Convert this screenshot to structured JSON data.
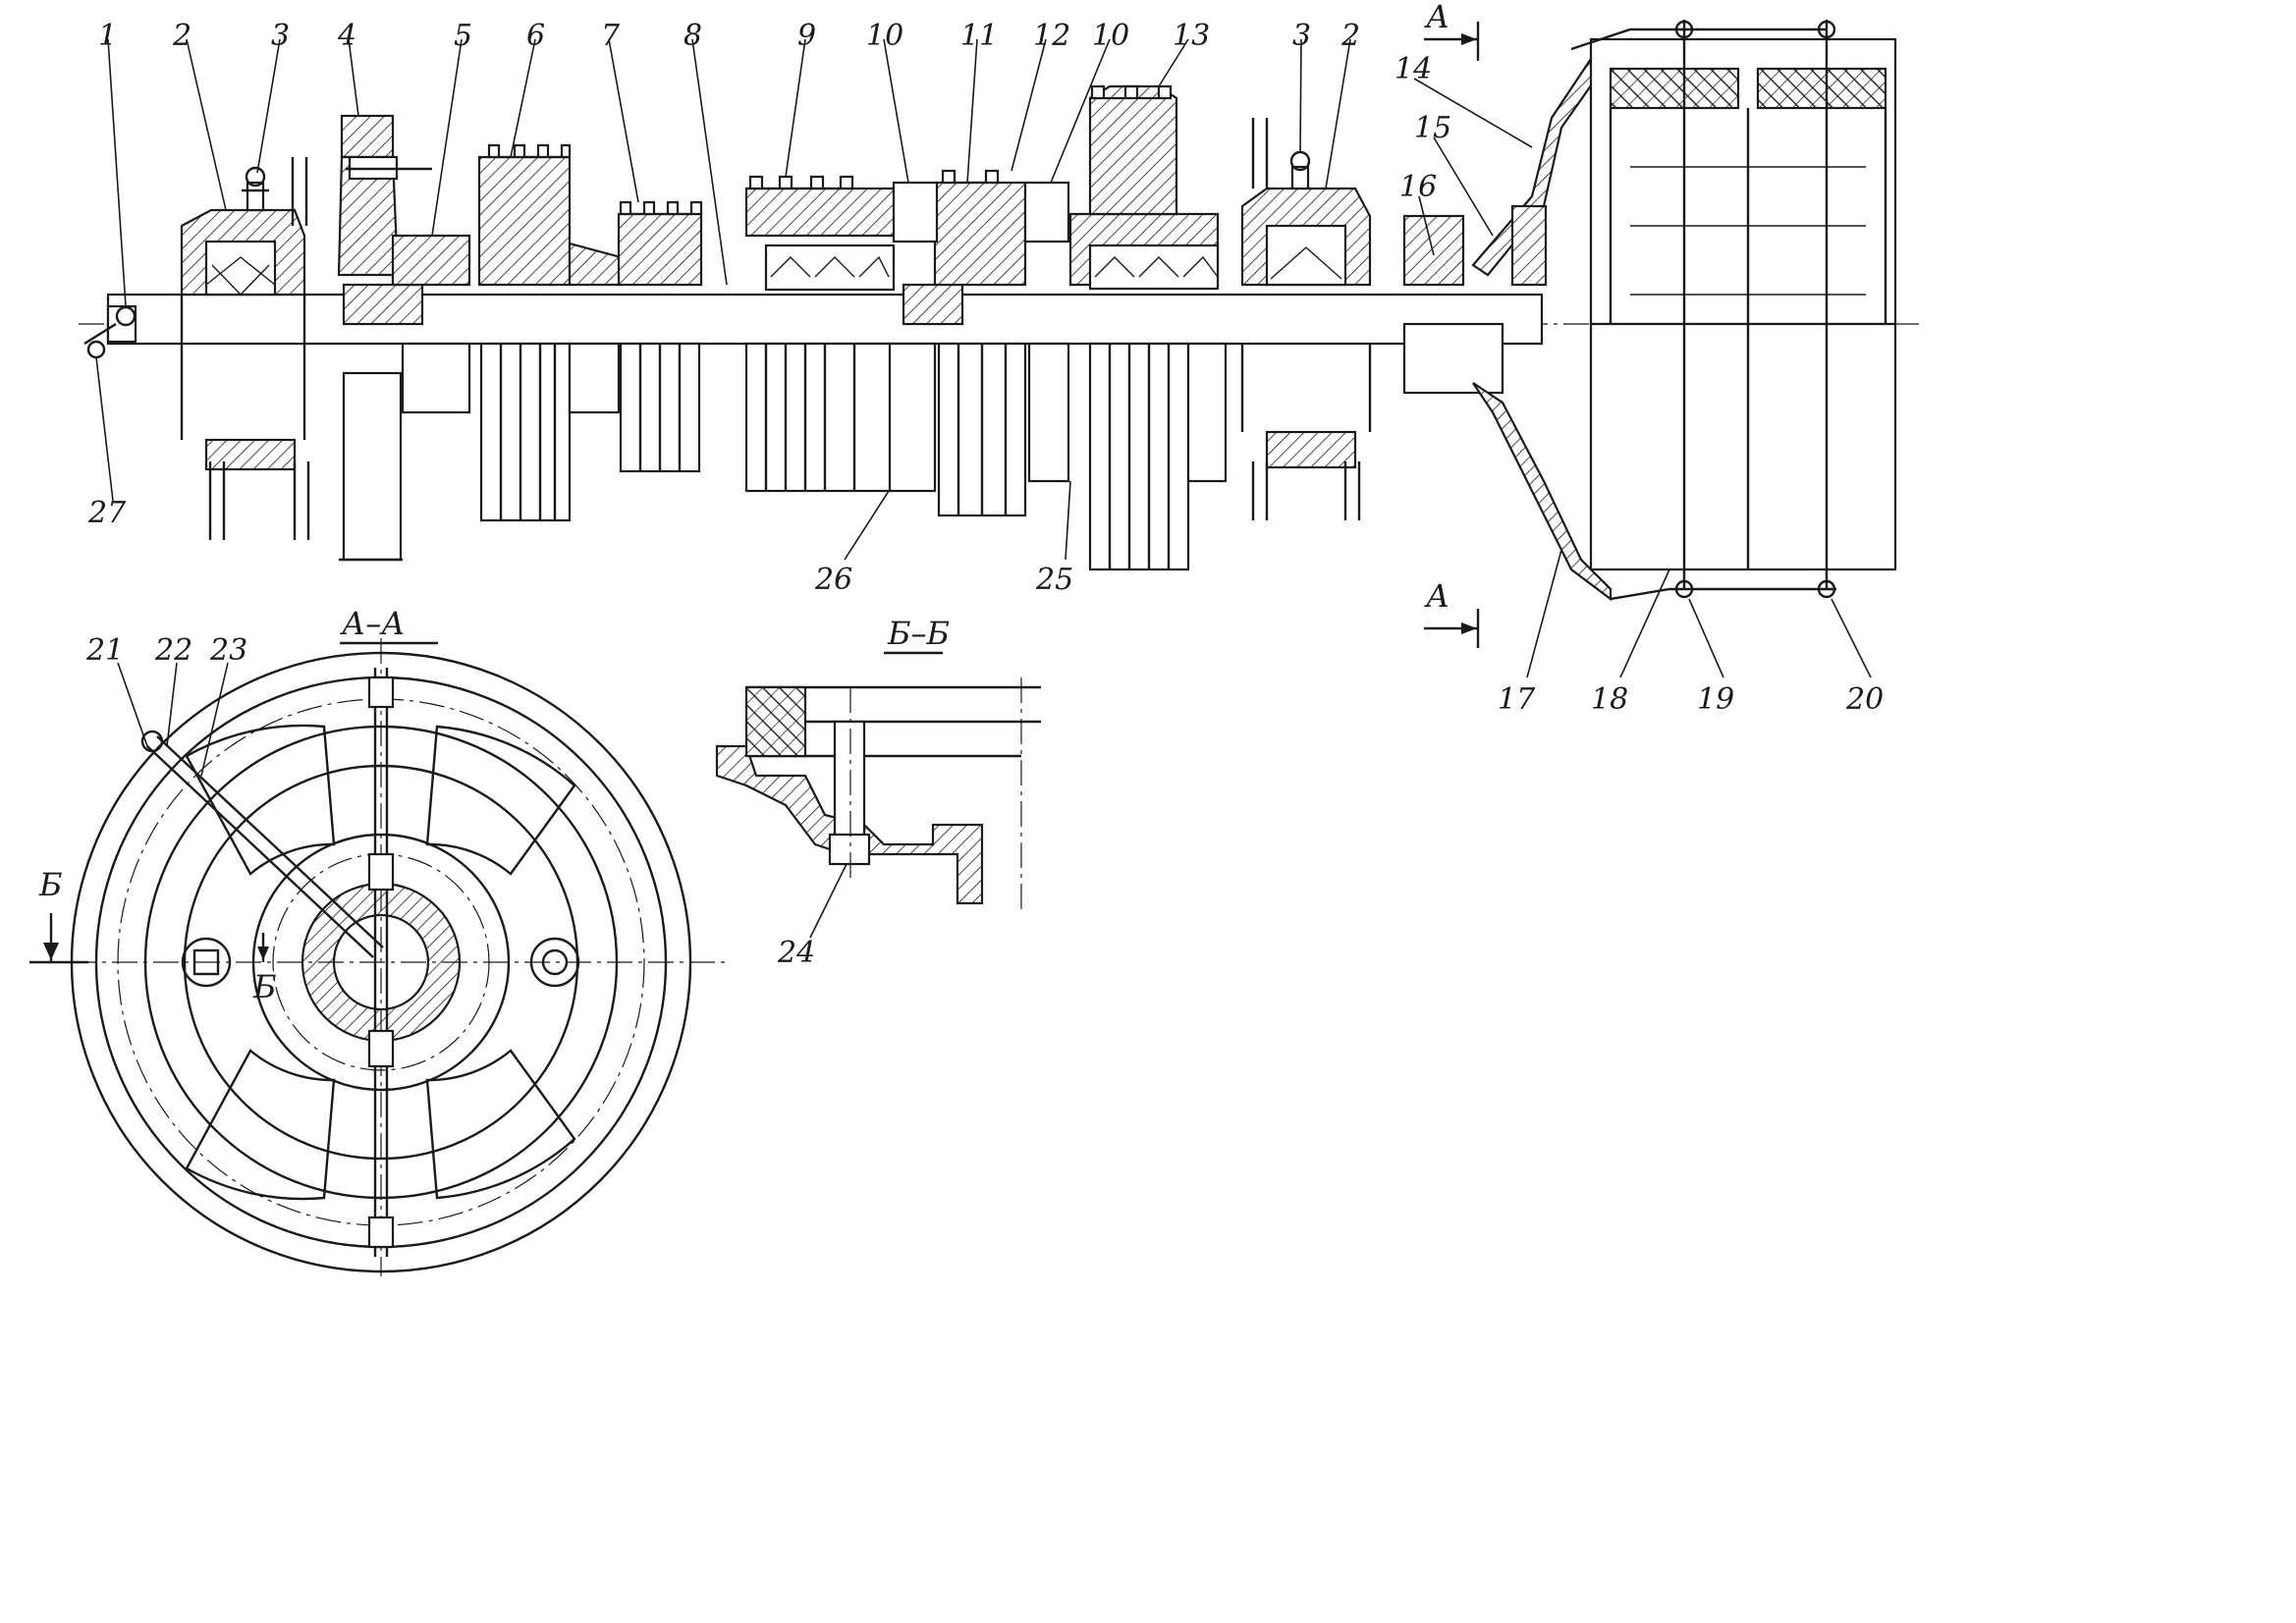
{
  "figure": {
    "callouts": [
      {
        "id": "c1",
        "text": "1"
      },
      {
        "id": "c2a",
        "text": "2"
      },
      {
        "id": "c3a",
        "text": "3"
      },
      {
        "id": "c4",
        "text": "4"
      },
      {
        "id": "c5",
        "text": "5"
      },
      {
        "id": "c6",
        "text": "6"
      },
      {
        "id": "c7",
        "text": "7"
      },
      {
        "id": "c8",
        "text": "8"
      },
      {
        "id": "c9",
        "text": "9"
      },
      {
        "id": "c10a",
        "text": "10"
      },
      {
        "id": "c11",
        "text": "11"
      },
      {
        "id": "c12",
        "text": "12"
      },
      {
        "id": "c10b",
        "text": "10"
      },
      {
        "id": "c13",
        "text": "13"
      },
      {
        "id": "c3b",
        "text": "3"
      },
      {
        "id": "c2b",
        "text": "2"
      },
      {
        "id": "c14",
        "text": "14"
      },
      {
        "id": "c15",
        "text": "15"
      },
      {
        "id": "c16",
        "text": "16"
      },
      {
        "id": "c27",
        "text": "27"
      },
      {
        "id": "c26",
        "text": "26"
      },
      {
        "id": "c25",
        "text": "25"
      },
      {
        "id": "c17",
        "text": "17"
      },
      {
        "id": "c18",
        "text": "18"
      },
      {
        "id": "c19",
        "text": "19"
      },
      {
        "id": "c20",
        "text": "20"
      },
      {
        "id": "c21",
        "text": "21"
      },
      {
        "id": "c22",
        "text": "22"
      },
      {
        "id": "c23",
        "text": "23"
      },
      {
        "id": "c24",
        "text": "24"
      }
    ],
    "section_marks": {
      "aa_title": "А–А",
      "bb_title": "Б–Б",
      "a_top": "А",
      "a_bottom": "А",
      "b_left": "Б",
      "b_inner": "Б"
    }
  }
}
